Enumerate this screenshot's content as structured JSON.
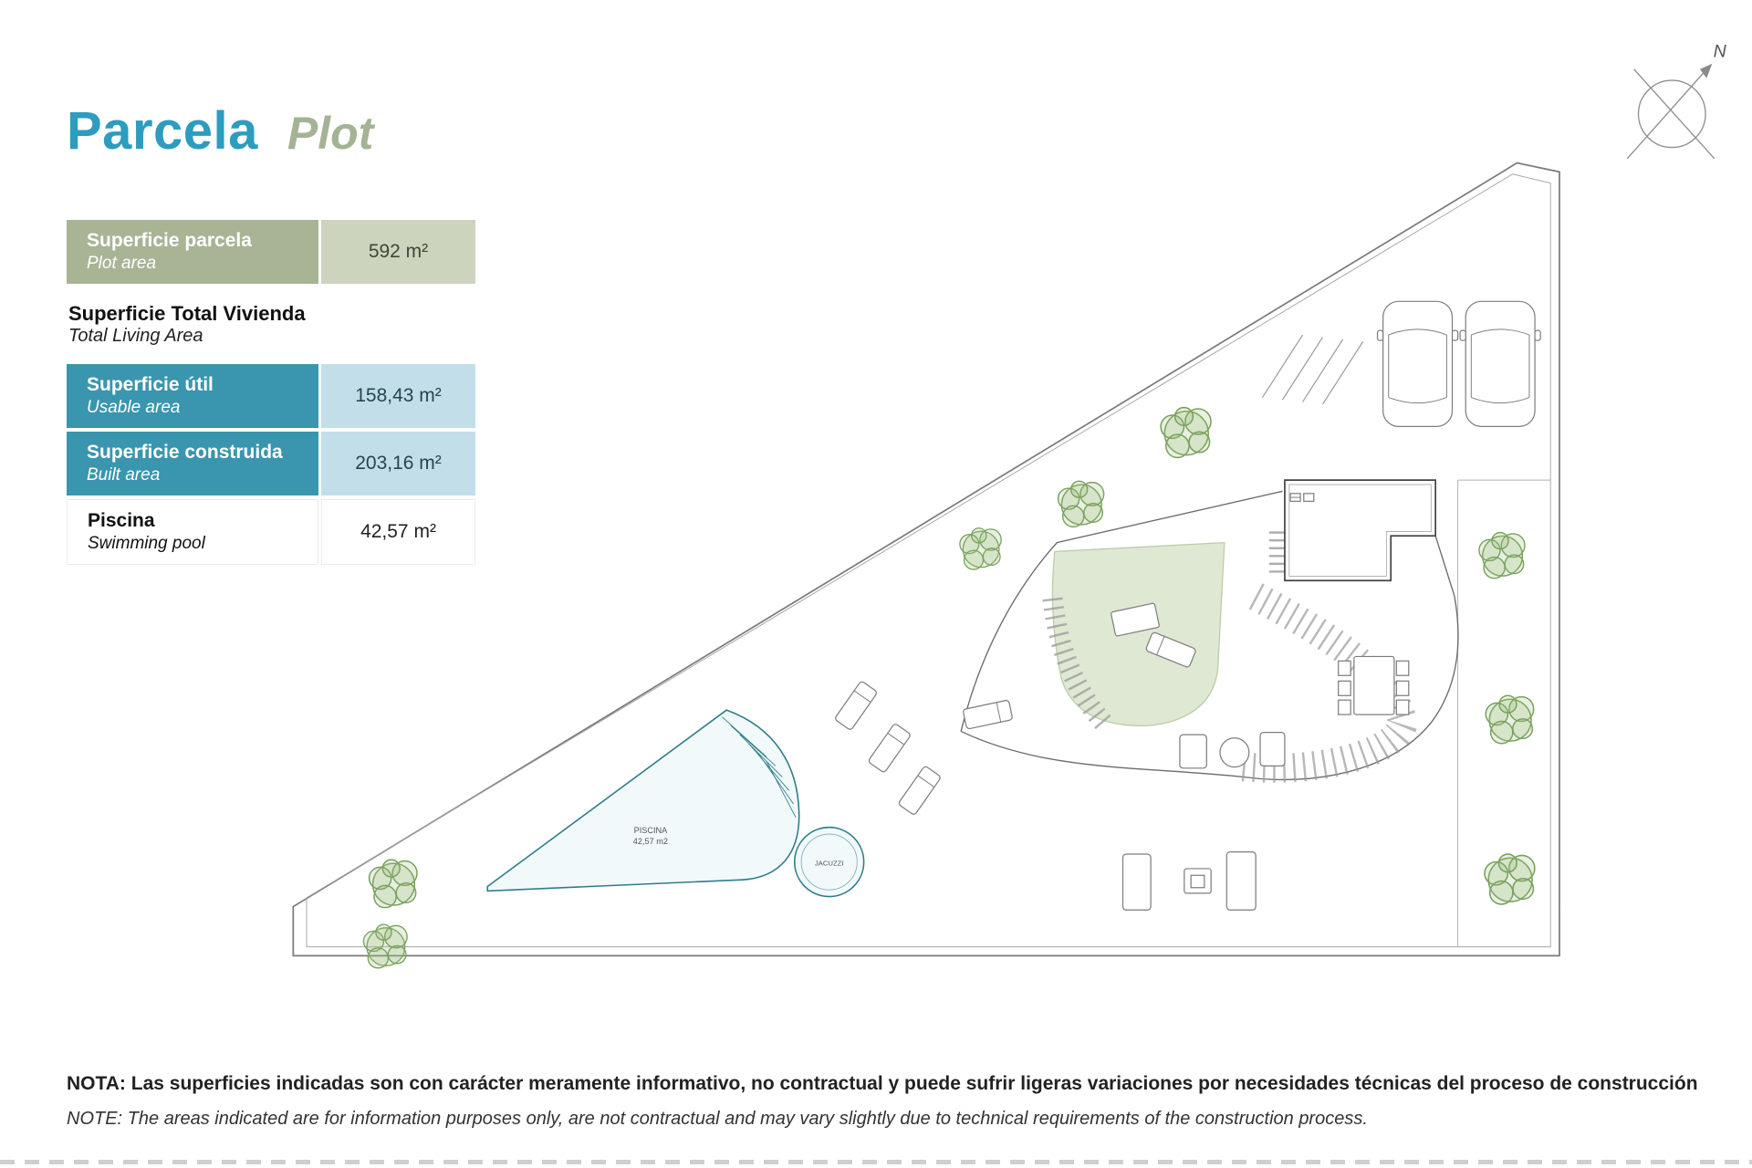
{
  "header": {
    "title_es": "Parcela",
    "title_en": "Plot"
  },
  "area_table": {
    "plot_row": {
      "label_es": "Superficie parcela",
      "label_en": "Plot area",
      "value": "592 m²"
    },
    "living_heading": {
      "label_es": "Superficie Total Vivienda",
      "label_en": "Total Living Area"
    },
    "usable_row": {
      "label_es": "Superficie útil",
      "label_en": "Usable area",
      "value": "158,43 m²"
    },
    "built_row": {
      "label_es": "Superficie construida",
      "label_en": "Built area",
      "value": "203,16 m²"
    },
    "pool_row": {
      "label_es": "Piscina",
      "label_en": "Swimming pool",
      "value": "42,57 m²"
    }
  },
  "plan": {
    "pool_label": "PISCINA",
    "pool_area_label": "42,57 m2",
    "jacuzzi_label": "JACUZZI"
  },
  "compass": {
    "north_label": "N"
  },
  "footer": {
    "note_es": "NOTA: Las superficies indicadas son con carácter meramente informativo, no contractual y puede sufrir ligeras variaciones por necesidades técnicas del proceso de construcción",
    "note_en": "NOTE: The areas indicated are for information purposes only, are not contractual and may vary slightly due to technical requirements of the construction process."
  },
  "icons": {
    "compass": "compass-rose-with-north-arrow",
    "tree": "tree-canopy-plan-symbol",
    "car": "car-top-view-outline"
  },
  "colors": {
    "title_teal": "#2d9cbe",
    "title_green": "#a4b394",
    "green_label_bg": "#a8b494",
    "green_value_bg": "#cdd4bd",
    "teal_label_bg": "#3a95ae",
    "teal_value_bg": "#c2dfe9",
    "lawn_green": "#dfe8d2",
    "pool_teal": "#2f7d8a"
  }
}
